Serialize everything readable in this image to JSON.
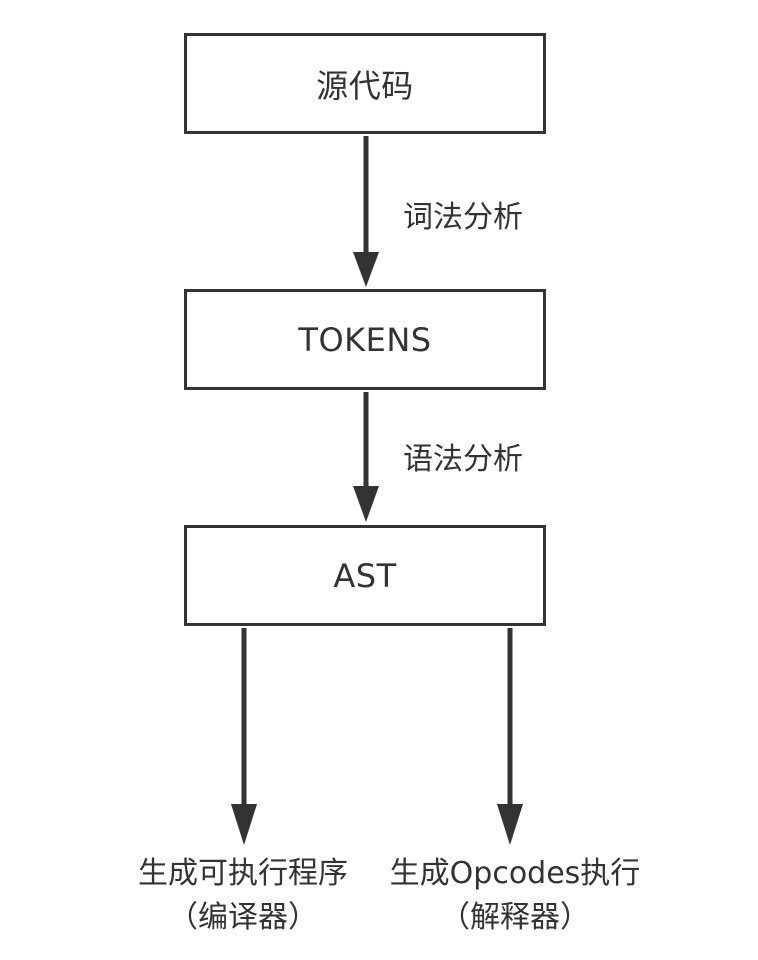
{
  "nodes": {
    "source": "源代码",
    "tokens": "TOKENS",
    "ast": "AST"
  },
  "edges": {
    "lexical": "词法分析",
    "syntax": "语法分析"
  },
  "outputs": {
    "compile_line1": "生成可执行程序",
    "compile_line2": "（编译器）",
    "interpret_line1": "生成Opcodes执行",
    "interpret_line2": "（解释器）"
  },
  "colors": {
    "stroke": "#333333",
    "background": "#ffffff"
  }
}
